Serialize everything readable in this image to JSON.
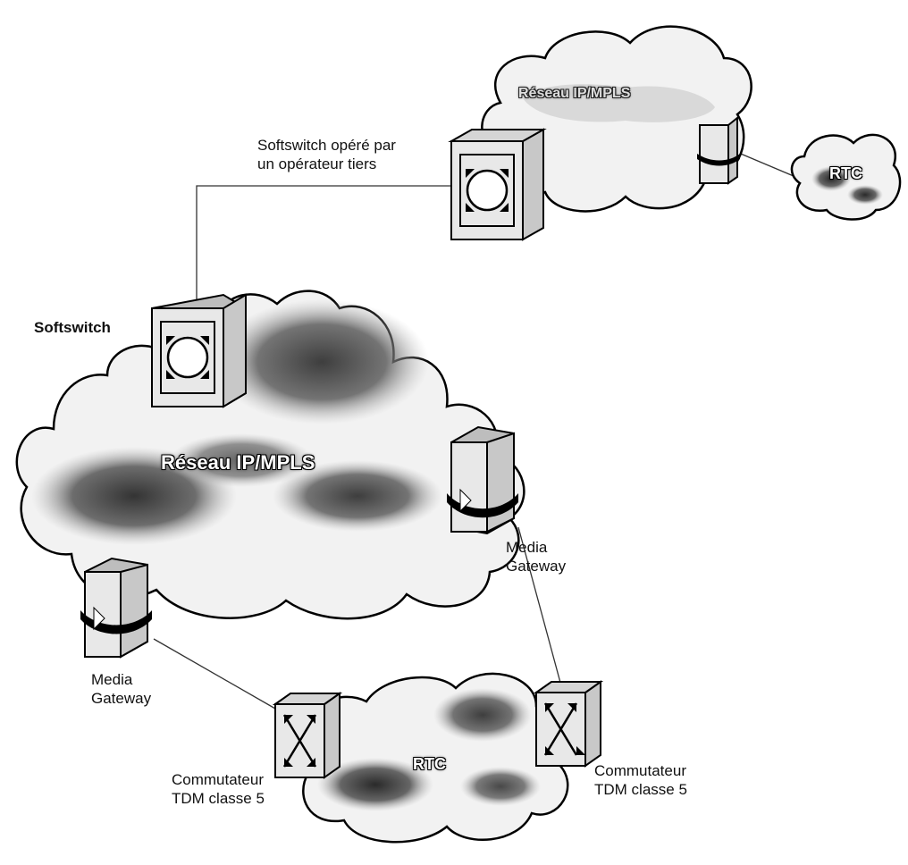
{
  "labels": {
    "softswitch_third_party": "Softswitch opéré par\nun opérateur tiers",
    "softswitch": "Softswitch",
    "media_gateway_right": "Media\nGateway",
    "media_gateway_left": "Media\nGateway",
    "commutateur_left": "Commutateur\nTDM classe 5",
    "commutateur_right": "Commutateur\nTDM classe 5"
  },
  "clouds": {
    "main": "Réseau IP/MPLS",
    "top": "Réseau IP/MPLS",
    "rtc_top": "RTC",
    "rtc_bottom": "RTC"
  },
  "colors": {
    "line": "#333333",
    "cloud_outline": "#000000",
    "cloud_fill": "#f2f2f2",
    "cloud_shade": "#555555",
    "device_face": "#e8e8e8",
    "device_side": "#bdbdbd"
  }
}
